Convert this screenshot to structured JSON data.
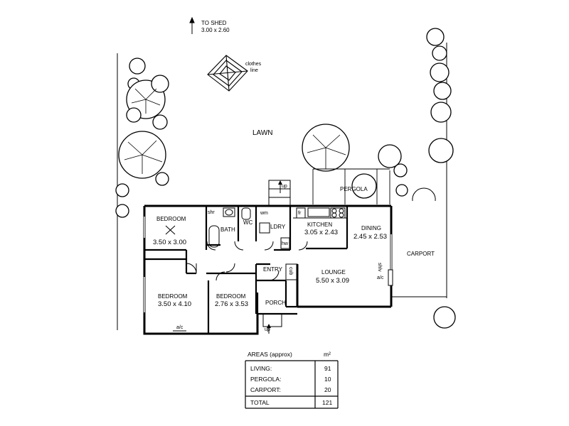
{
  "notes": {
    "shed_line1": "TO SHED",
    "shed_line2": "3.00 x 2.60",
    "clothes_line1": "clothes",
    "clothes_line2": "line",
    "lawn": "LAWN",
    "pergola": "PERGOLA",
    "carport": "CARPORT",
    "up_back": "up",
    "up_front": "up"
  },
  "rooms": {
    "bedroom1": {
      "name": "BEDROOM",
      "dims": "3.50 x 3.00"
    },
    "bedroom2": {
      "name": "BEDROOM",
      "dims": "3.50 x 4.10"
    },
    "bedroom3": {
      "name": "BEDROOM",
      "dims": "2.76 x 3.53"
    },
    "bath": "BATH",
    "shr": "shr",
    "wc": "WC",
    "wm": "wm",
    "ldry": "LDRY",
    "hw": "hw",
    "fr": "fr",
    "kitchen": {
      "name": "KITCHEN",
      "dims": "3.05 x 2.43"
    },
    "dining": {
      "name": "DINING",
      "dims": "2.45 x 2.53"
    },
    "lounge": {
      "name": "LOUNGE",
      "dims": "5.50 x 3.09"
    },
    "entry": "ENTRY",
    "porch": "PORCH",
    "cub": "cub",
    "ac_lounge": "a/c",
    "ac_bed": "a/c",
    "shlv": "shlv"
  },
  "areas_table": {
    "title": "AREAS (approx)",
    "unit": "m²",
    "rows": [
      {
        "label": "LIVING:",
        "value": "91"
      },
      {
        "label": "PERGOLA:",
        "value": "10"
      },
      {
        "label": "CARPORT:",
        "value": "20"
      }
    ],
    "total_label": "TOTAL",
    "total_value": "121"
  }
}
